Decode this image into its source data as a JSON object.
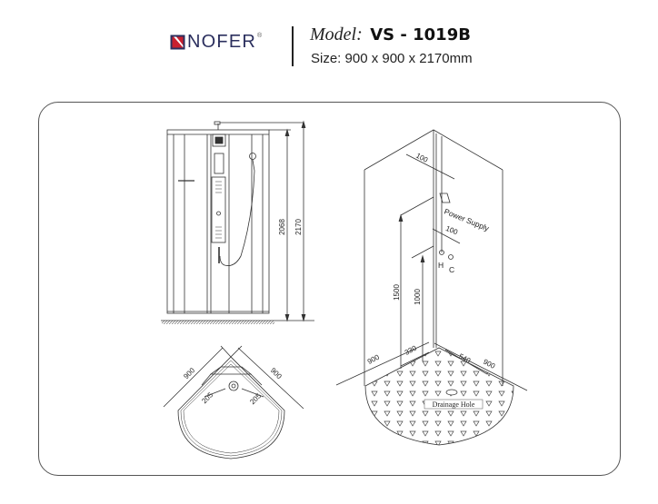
{
  "header": {
    "brand": "NOFER",
    "brand_mark": "®",
    "model_label": "Model:",
    "model_value": "VS - 1019B",
    "size": "Size: 900 x 900 x 2170mm"
  },
  "front_view": {
    "dim_inner_height": "2068",
    "dim_total_height": "2170"
  },
  "top_view": {
    "dim_left_side": "900",
    "dim_right_side": "900",
    "dim_drain_left": "205",
    "dim_drain_right": "205"
  },
  "installation_view": {
    "dim_power_offset": "100",
    "power_label": "Power Supply",
    "dim_water_offset": "100",
    "hot_label": "H",
    "cold_label": "C",
    "dim_power_height": "1500",
    "dim_water_height": "1000",
    "dim_base_left": "900",
    "dim_drain_offset": "330",
    "dim_drain_depth": "540",
    "dim_base_right": "900",
    "drainage_label": "Drainage Hole"
  },
  "colors": {
    "brand_navy": "#2b2f5e",
    "brand_red": "#c8202f",
    "line": "#333333"
  }
}
